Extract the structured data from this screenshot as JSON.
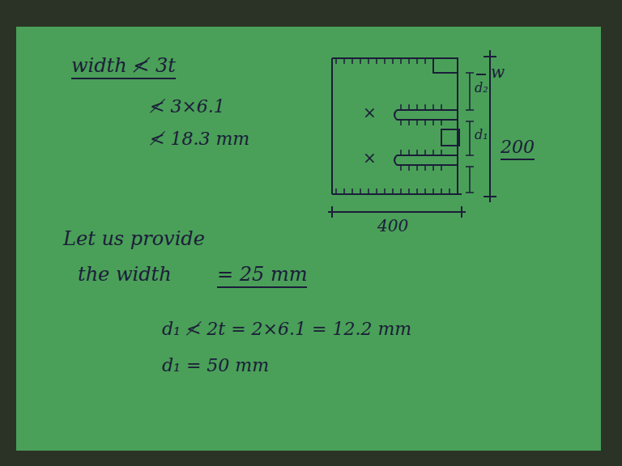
{
  "diagram": {
    "labels": [
      "width ≮ 3t",
      "≮ 3×6.1",
      "≮ 18.3 mm",
      "×",
      "×",
      "w",
      "d₂",
      "d₁",
      "200",
      "400",
      "Let us provide",
      "the width",
      "= 25 mm",
      "d₁ ≮ 2t = 2×6.1 = 12.2 mm",
      "d₁ = 50 mm"
    ]
  }
}
